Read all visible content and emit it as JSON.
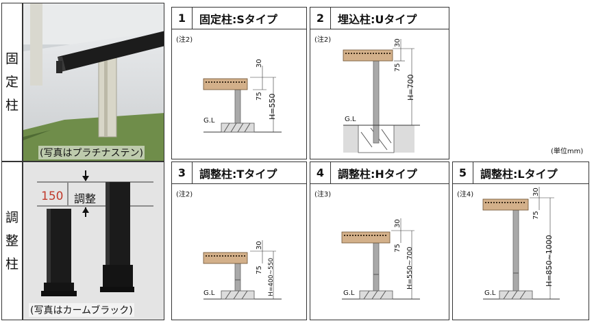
{
  "rows": {
    "fixed": {
      "label_chars": [
        "固",
        "定",
        "柱"
      ],
      "caption": "(写真はプラチナステン)"
    },
    "adjust": {
      "label_chars": [
        "調",
        "整",
        "柱"
      ],
      "caption": "(写真はカームブラック)",
      "adjust_value": "150",
      "adjust_label": "調整"
    }
  },
  "panels": [
    {
      "num": "1",
      "title": "固定柱:Sタイプ",
      "note": "(注2)",
      "dim_top": "30",
      "dim_mid": "75",
      "dim_h": "H=550",
      "gl": "G.L"
    },
    {
      "num": "2",
      "title": "埋込柱:Uタイプ",
      "note": "(注2)",
      "dim_top": "30",
      "dim_mid": "75",
      "dim_h": "H=700",
      "gl": "G.L"
    },
    {
      "num": "3",
      "title": "調整柱:Tタイプ",
      "note": "(注2)",
      "dim_top": "30",
      "dim_mid": "75",
      "dim_h": "H=400~550",
      "gl": "G.L"
    },
    {
      "num": "4",
      "title": "調整柱:Hタイプ",
      "note": "(注3)",
      "dim_top": "30",
      "dim_mid": "75",
      "dim_h": "H=550~700",
      "gl": "G.L"
    },
    {
      "num": "5",
      "title": "調整柱:Lタイプ",
      "note": "(注4)",
      "dim_top": "30",
      "dim_mid": "75",
      "dim_h": "H=850~1000",
      "gl": "G.L"
    }
  ],
  "unit_note": "(単位mm)",
  "colors": {
    "beam": "#d3b08a",
    "post": "#a9a9a9",
    "ground": "#dcdcdc",
    "frame": "#333333",
    "adjust_value": "#c0392b"
  }
}
